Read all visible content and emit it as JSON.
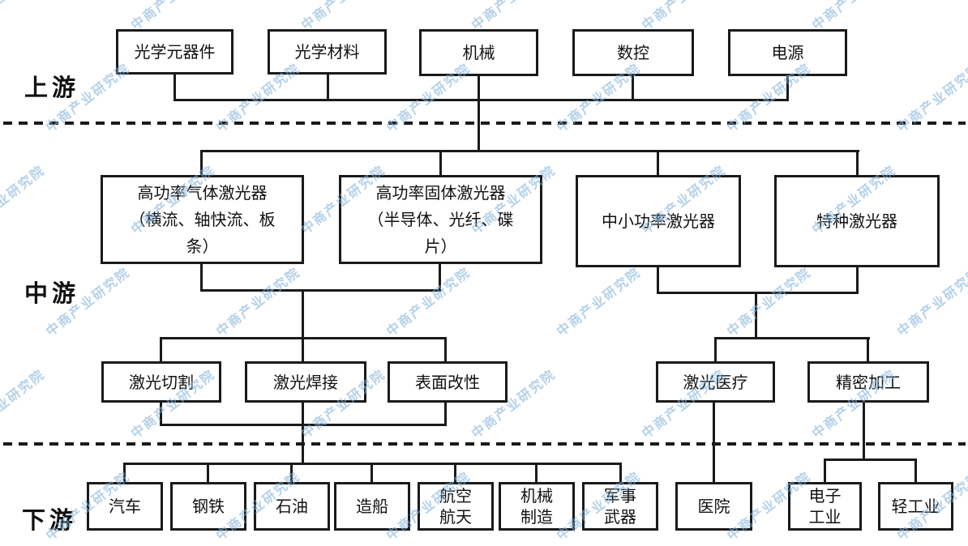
{
  "diagram": {
    "stage_labels": {
      "upstream": "上游",
      "midstream": "中游",
      "downstream": "下游"
    },
    "upstream": {
      "nodes": [
        "光学元器件",
        "光学材料",
        "机械",
        "数控",
        "电源"
      ]
    },
    "midstream": {
      "lasers": [
        "高功率气体激光器\n（横流、轴快流、板\n条）",
        "高功率固体激光器\n（半导体、光纤、碟\n片）",
        "中小功率激光器",
        "特种激光器"
      ],
      "applications": [
        "激光切割",
        "激光焊接",
        "表面改性",
        "激光医疗",
        "精密加工"
      ]
    },
    "downstream": {
      "nodes": [
        "汽车",
        "钢铁",
        "石油",
        "造船",
        "航空\n航天",
        "机械\n制造",
        "军事\n武器",
        "医院",
        "电子\n工业",
        "轻工业"
      ]
    }
  },
  "watermark": {
    "text": "中商产业研究院",
    "text_color": "#82b2db",
    "accent_color": "#e98b85"
  },
  "colors": {
    "line": "#1a1a1a",
    "text": "#111111",
    "background": "#ffffff"
  }
}
